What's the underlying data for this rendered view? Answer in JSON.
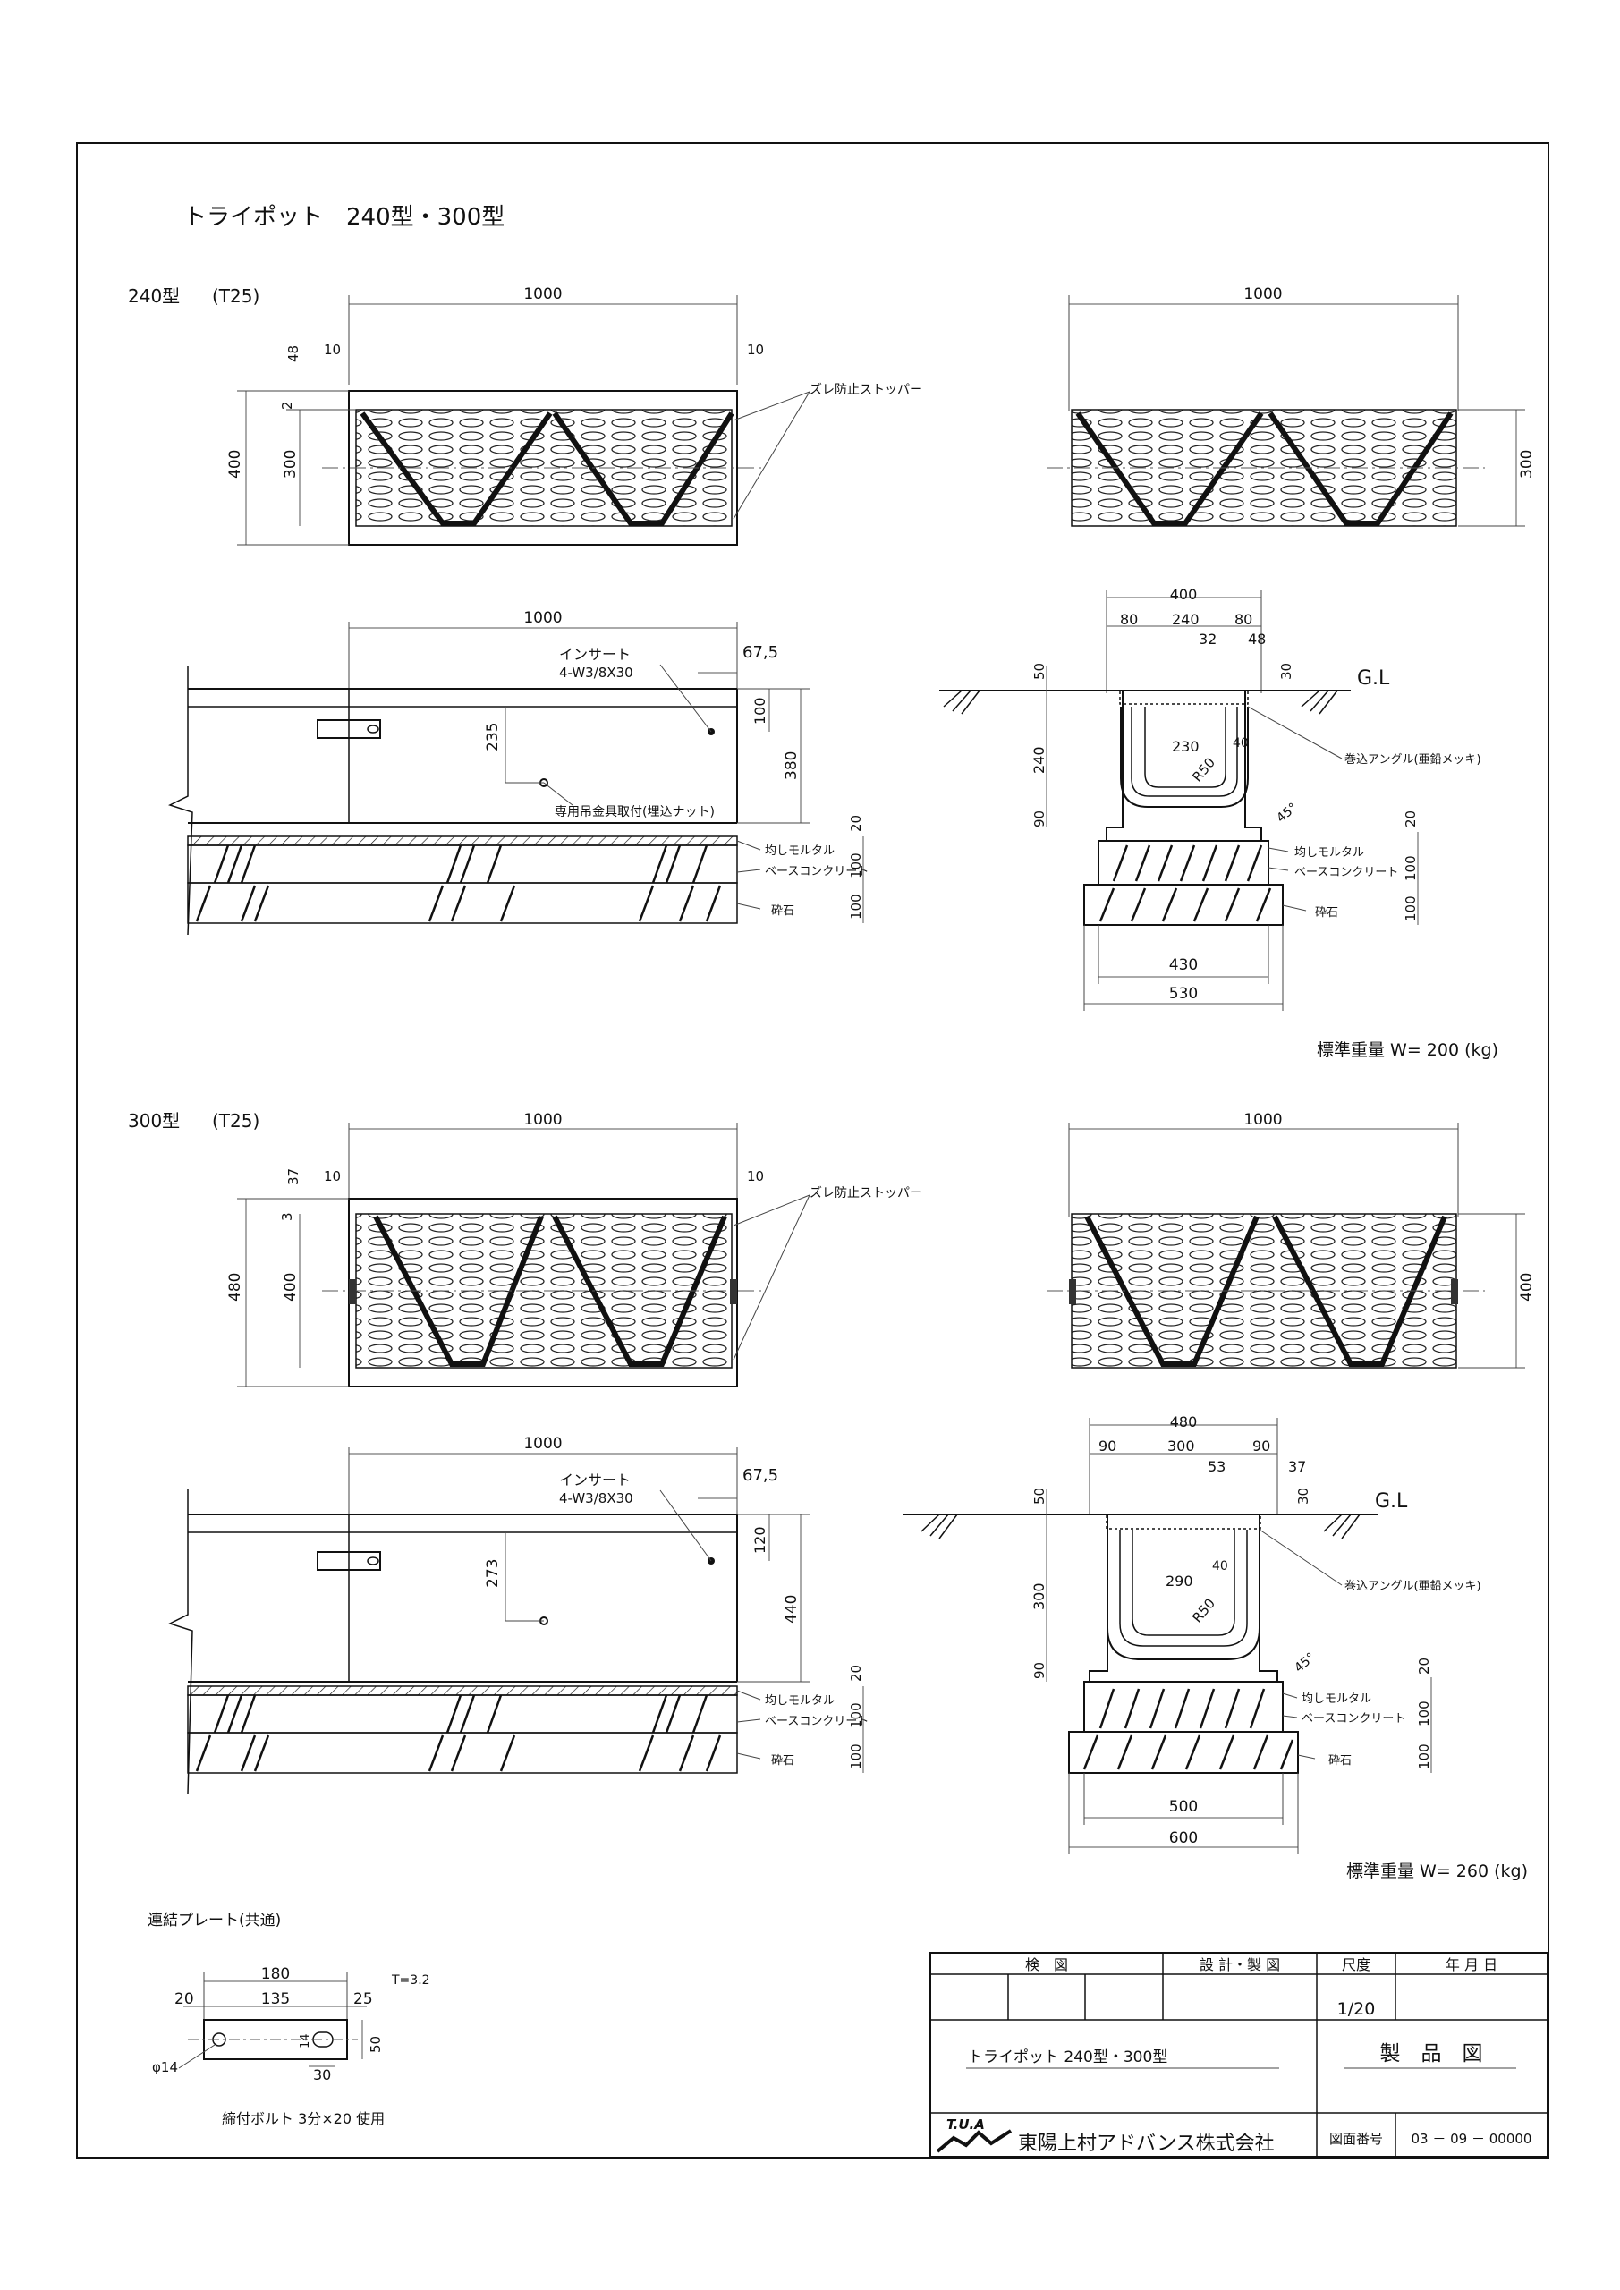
{
  "title": "トライポット　240型・300型",
  "type240": {
    "label": "240型",
    "load": "(T25)",
    "dims": {
      "length": "1000",
      "edge_l": "10",
      "edge_r": "10",
      "top_gap": "48",
      "lip": "2",
      "grate_h": "300",
      "total_h": "400",
      "right_length": "1000",
      "right_h": "300",
      "side_length": "1000",
      "insert_offset": "67,5",
      "insert_depth": "100",
      "hole_h": "235",
      "body_h": "380",
      "mortar": "20",
      "base": "100",
      "gravel": "100",
      "sec_outer": "400",
      "sec_80a": "80",
      "sec_inner": "240",
      "sec_80b": "80",
      "sec_32": "32",
      "sec_48": "48",
      "sec_50": "50",
      "sec_30": "30",
      "sec_240v": "240",
      "sec_90": "90",
      "sec_230": "230",
      "sec_40": "40",
      "sec_r50": "R50",
      "sec_angle": "45°",
      "sec_20": "20",
      "sec_100a": "100",
      "sec_100b": "100",
      "sec_430": "430",
      "sec_530": "530"
    },
    "labels": {
      "stopper": "ズレ防止ストッパー",
      "insert": "インサート",
      "insert_spec": "4-W3/8X30",
      "lift": "専用吊金具取付(埋込ナット)",
      "mortar": "均しモルタル",
      "base": "ベースコンクリート",
      "gravel": "砕石",
      "angle": "巻込アングル(亜鉛メッキ)",
      "gl": "G.L"
    },
    "weight": "標準重量 W= 200 (kg)"
  },
  "type300": {
    "label": "300型",
    "load": "(T25)",
    "dims": {
      "length": "1000",
      "edge_l": "10",
      "edge_r": "10",
      "top_gap": "37",
      "lip": "3",
      "grate_h": "400",
      "total_h": "480",
      "right_length": "1000",
      "right_h": "400",
      "side_length": "1000",
      "insert_offset": "67,5",
      "insert_depth": "120",
      "hole_h": "273",
      "body_h": "440",
      "mortar": "20",
      "base": "100",
      "gravel": "100",
      "sec_outer": "480",
      "sec_90a": "90",
      "sec_inner": "300",
      "sec_90b": "90",
      "sec_53": "53",
      "sec_37": "37",
      "sec_50": "50",
      "sec_30": "30",
      "sec_300v": "300",
      "sec_90": "90",
      "sec_290": "290",
      "sec_40": "40",
      "sec_r50": "R50",
      "sec_angle": "45°",
      "sec_20": "20",
      "sec_100a": "100",
      "sec_100b": "100",
      "sec_500": "500",
      "sec_600": "600"
    },
    "labels": {
      "stopper": "ズレ防止ストッパー",
      "insert": "インサート",
      "insert_spec": "4-W3/8X30",
      "mortar": "均しモルタル",
      "base": "ベースコンクリート",
      "gravel": "砕石",
      "angle": "巻込アングル(亜鉛メッキ)",
      "gl": "G.L"
    },
    "weight": "標準重量 W= 260 (kg)"
  },
  "plate": {
    "title": "連結プレート(共通)",
    "thickness": "T=3.2",
    "w_total": "180",
    "w_left": "20",
    "w_mid": "135",
    "w_right": "25",
    "h": "50",
    "h_slot": "14",
    "slot_w": "30",
    "hole": "φ14",
    "bolt": "締付ボルト 3分×20 使用"
  },
  "titleblock": {
    "check": "検　図",
    "design": "設 計・製 図",
    "scale_label": "尺度",
    "date_label": "年 月 日",
    "scale": "1/20",
    "drawing_name": "トライポット 240型・300型",
    "drawing_type": "製　品　図",
    "company_logo": "T.U.A",
    "company": "東陽上村アドバンス株式会社",
    "number_label": "図面番号",
    "number": "03 － 09 － 00000"
  }
}
